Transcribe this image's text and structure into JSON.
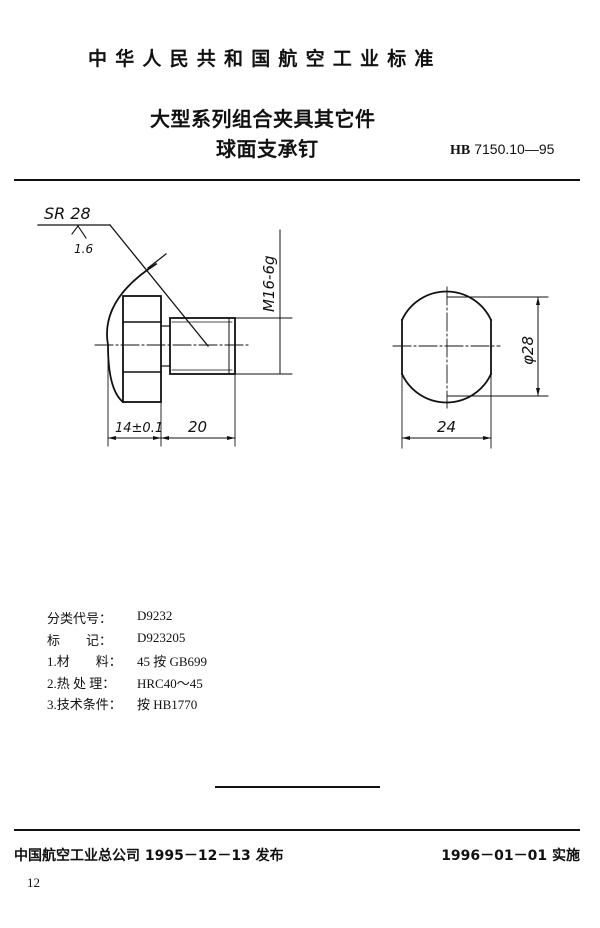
{
  "header": {
    "standard_body": "中华人民共和国航空工业标准",
    "title_line1": "大型系列组合夹具其它件",
    "title_line2": "球面支承钉",
    "standard_code_prefix": "HB",
    "standard_code": "7150.10—95"
  },
  "drawing": {
    "side_view": {
      "sphere_radius_label": "SR 28",
      "roughness_label": "1.6",
      "thread_label": "M16-6g",
      "head_length_label": "14±0.1",
      "shank_length_label": "20"
    },
    "end_view": {
      "diameter_label": "φ28",
      "flat_width_label": "24"
    }
  },
  "specs": [
    {
      "label": "分类代号：",
      "value": "D9232"
    },
    {
      "label": "标　　记：",
      "value": "D923205"
    },
    {
      "label": "1.材　　料：",
      "value": "45 按 GB699"
    },
    {
      "label": "2.热 处 理：",
      "value": "HRC40～45"
    },
    {
      "label": "3.技术条件：",
      "value": "按 HB1770"
    }
  ],
  "footer": {
    "issued": "中国航空工业总公司 1995－12－13 发布",
    "effective": "1996－01－01 实施",
    "page_number": "12"
  }
}
